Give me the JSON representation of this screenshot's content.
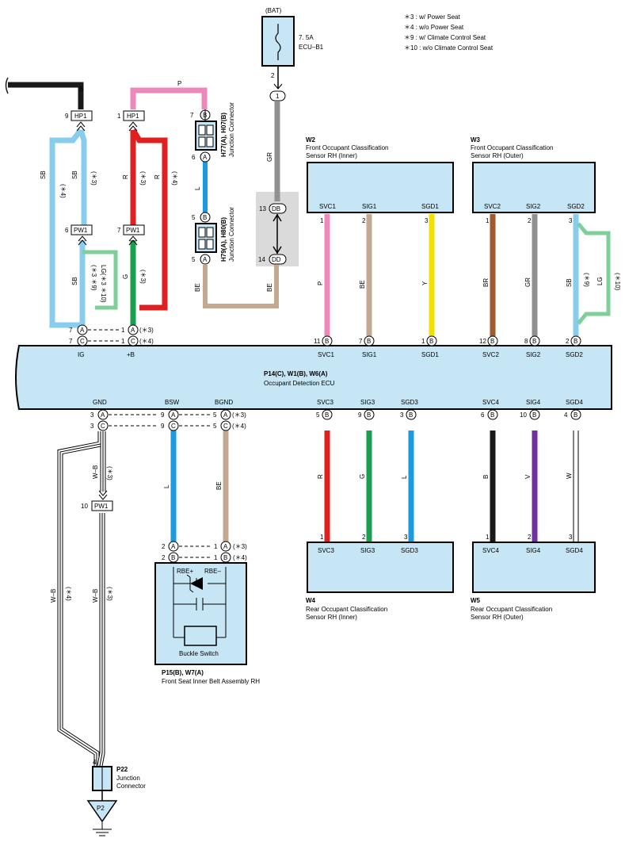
{
  "notes": [
    "＊3 : w/ Power Seat",
    "＊4 : w/o Power Seat",
    "＊9 : w/ Climate Control Seat",
    "＊10 : w/o Climate Control Seat"
  ],
  "bat": {
    "label": "(BAT)",
    "fuse_rating": "7. 5A",
    "fuse_name": "ECU–B1",
    "pin": "2"
  },
  "colors": {
    "black": "#1a1a1a",
    "pink": "#ee88bb",
    "skyblue": "#88ccee",
    "red": "#e02020",
    "green": "#18a050",
    "lightgreen": "#7fcf9a",
    "blue": "#1a9be0",
    "beige": "#c4a890",
    "gray": "#909090",
    "yellow": "#f2e000",
    "brown": "#a05a30",
    "violet": "#7030a0",
    "ecu_fill": "#c7e6f5"
  },
  "hp1_left": {
    "pin": "9",
    "name": "HP1"
  },
  "hp1_right": {
    "pin": "1",
    "name": "HP1"
  },
  "pw1_left": {
    "pin": "6",
    "name": "PW1"
  },
  "pw1_right": {
    "pin": "7",
    "name": "PW1"
  },
  "pw1_gnd": {
    "pin": "10",
    "name": "PW1"
  },
  "wires": {
    "b_top": "B",
    "p_top": "P",
    "sb_left": "SB",
    "sb_left_note": "(＊4)",
    "sb_mid": "SB",
    "sb_mid_note": "(＊3)",
    "r_left": "R",
    "r_left_note": "(＊3)",
    "r_right": "R",
    "r_right_note": "(＊4)",
    "sb_low": "SB",
    "sb_low_note": "(＊3 ＊9)",
    "lg_low": "LG(＊3 ＊10)",
    "g_low": "G",
    "g_low_note": "(＊3)",
    "l_junc": "L",
    "be_junc": "BE",
    "be_junc2": "BE",
    "gr_bat": "GR"
  },
  "junction_h77": {
    "title": "H77(A), H07(B)",
    "sub": "Junction Connector",
    "pin_b": "7",
    "pin_a": "6",
    "letter_b": "B",
    "letter_a": "A"
  },
  "junction_h79": {
    "title": "H79(A), H80(B)",
    "sub": "Junction Connector",
    "pin_b": "5",
    "pin_a": "5",
    "letter_b": "B",
    "letter_a": "A"
  },
  "connector_db": {
    "pin": "13",
    "name": "DB"
  },
  "connector_dd": {
    "pin": "14",
    "name": "DD"
  },
  "bat_conn": {
    "name": "1"
  },
  "w2": {
    "code": "W2",
    "line1": "Front Occupant Classification",
    "line2": "Sensor RH (Inner)",
    "terms": [
      "SVC1",
      "SIG1",
      "SGD1"
    ],
    "pins": [
      "1",
      "2",
      "3"
    ],
    "wires": [
      "P",
      "BE",
      "Y"
    ]
  },
  "w3": {
    "code": "W3",
    "line1": "Front Occupant Classification",
    "line2": "Sensor RH (Outer)",
    "terms": [
      "SVC2",
      "SIG2",
      "SGD2"
    ],
    "pins": [
      "1",
      "2",
      "3"
    ],
    "wires": [
      "BR",
      "GR",
      "SB"
    ],
    "sb_note": "(＊9)",
    "lg": "LG",
    "lg_note": "(＊10)"
  },
  "w4": {
    "code": "W4",
    "line1": "Rear Occupant Classification",
    "line2": "Sensor RH (Inner)",
    "terms": [
      "SVC3",
      "SIG3",
      "SGD3"
    ],
    "pins": [
      "1",
      "2",
      "3"
    ],
    "wires": [
      "R",
      "G",
      "L"
    ]
  },
  "w5": {
    "code": "W5",
    "line1": "Rear Occupant Classification",
    "line2": "Sensor RH (Outer)",
    "terms": [
      "SVC4",
      "SIG4",
      "SGD4"
    ],
    "pins": [
      "1",
      "2",
      "3"
    ],
    "wires": [
      "B",
      "V",
      "W"
    ]
  },
  "ecu": {
    "title": "P14(C), W1(B), W6(A)",
    "subtitle": "Occupant Detection ECU",
    "top_terms": [
      "IG",
      "+B",
      "SVC1",
      "SIG1",
      "SGD1",
      "SVC2",
      "SIG2",
      "SGD2"
    ],
    "top_pins": [
      "11",
      "7",
      "1",
      "12",
      "8",
      "2"
    ],
    "ig_pins": [
      "7",
      "7"
    ],
    "ig_letters": [
      "A",
      "C"
    ],
    "b_pins": [
      "1",
      "1"
    ],
    "b_letters": [
      "A",
      "C"
    ],
    "b_notes": [
      "(＊3)",
      "(＊4)"
    ],
    "bottom_terms": [
      "GND",
      "BSW",
      "BGND",
      "SVC3",
      "SIG3",
      "SGD3",
      "SVC4",
      "SIG4",
      "SGD4"
    ],
    "bottom_pins": [
      "5",
      "9",
      "3",
      "6",
      "10",
      "4"
    ],
    "gnd_pins": [
      "3",
      "3"
    ],
    "gnd_letters": [
      "A",
      "C"
    ],
    "bsw_pins": [
      "9",
      "9"
    ],
    "bsw_letters": [
      "A",
      "C"
    ],
    "bgnd_pins": [
      "5",
      "5"
    ],
    "bgnd_letters": [
      "A",
      "C"
    ],
    "bgnd_notes": [
      "(＊3)",
      "(＊4)"
    ]
  },
  "gnd_wires": {
    "wb1": "W–B",
    "wb1_note": "(＊3)",
    "wb2": "W–B",
    "wb2_note": "(＊4)",
    "wb3": "W–B",
    "wb3_note": "(＊3)"
  },
  "bsw_wires": {
    "l": "L",
    "be": "BE"
  },
  "belt": {
    "title": "P15(B), W7(A)",
    "subtitle": "Front Seat Inner Belt Assembly RH",
    "rbe_plus": "RBE+",
    "rbe_minus": "RBE–",
    "switch": "Buckle Switch",
    "pins_left": [
      "2",
      "2"
    ],
    "letters_left": [
      "A",
      "B"
    ],
    "pins_right": [
      "1",
      "1"
    ],
    "letters_right": [
      "A",
      "B"
    ],
    "notes": [
      "(＊3)",
      "(＊4)"
    ]
  },
  "p22": {
    "code": "P22",
    "line1": "Junction",
    "line2": "Connector",
    "pin": "4"
  },
  "ground": {
    "name": "P2"
  }
}
